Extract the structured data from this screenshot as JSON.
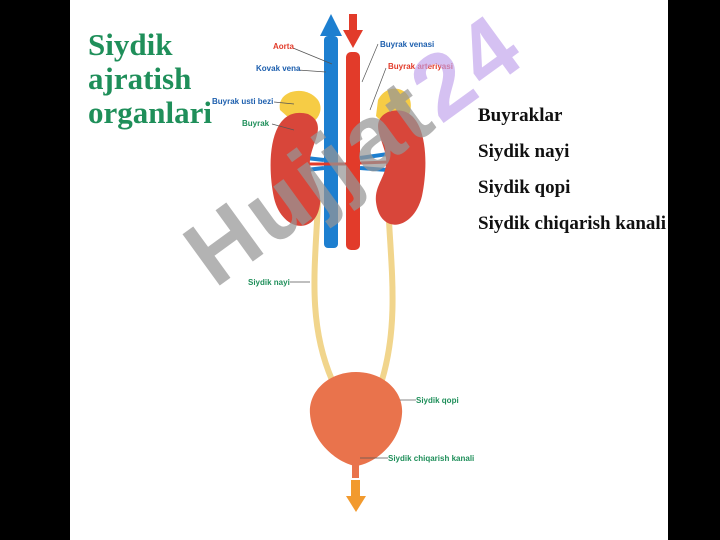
{
  "title": "Siydik\najratish\norganlari",
  "legend_items": [
    "Buyraklar",
    "Siydik nayi",
    "Siydik qopi",
    "Siydik chiqarish kanali"
  ],
  "labels": {
    "aorta": "Aorta",
    "kovak_vena": "Kovak vena",
    "buyrak_venasi": "Buyrak venasi",
    "buyrak_arteriyasi": "Buyrak arteriyasi",
    "buyrak_usti_bezi": "Buyrak usti bezi",
    "buyrak": "Buyrak",
    "siydik_nayi": "Siydik nayi",
    "siydik_qopi": "Siydik qopi",
    "siydik_chiqarish_kanali": "Siydik chiqarish kanali"
  },
  "watermark": {
    "text": "Hujjat",
    "num": "24"
  },
  "colors": {
    "title": "#1f8f5a",
    "artery": "#e23b2a",
    "vein": "#1d7fd0",
    "kidney": "#d8463a",
    "adrenal": "#f6cc45",
    "ureter": "#f1d58c",
    "bladder": "#e9734c",
    "outflow_arrow": "#f29a2e"
  }
}
